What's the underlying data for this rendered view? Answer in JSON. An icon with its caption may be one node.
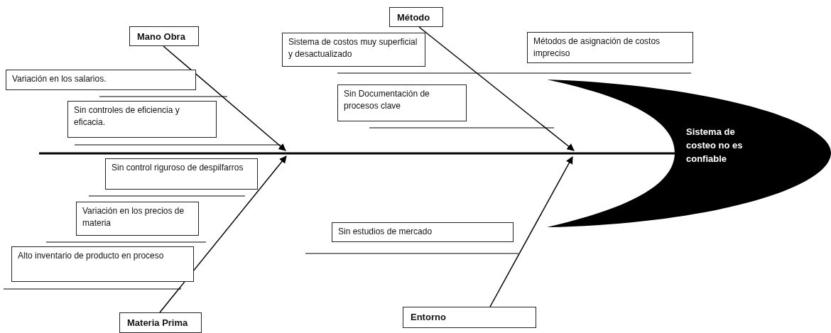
{
  "diagram": {
    "nodes": [
      {
        "text": [
          "Método"
        ]
      },
      {
        "text": [
          "Mano Obra"
        ]
      },
      {
        "text": [
          "Sistema de costos muy superficial y desactualizado"
        ]
      },
      {
        "text": [
          "Métodos de asignación de costos impreciso"
        ]
      },
      {
        "text": [
          "Variación en los salarios."
        ]
      },
      {
        "text": [
          "Sin Documentación de procesos clave"
        ]
      },
      {
        "text": [
          "Sin controles de eficiencia y eficacia."
        ]
      },
      {
        "text": [
          "Sistema de costeo no es confiable"
        ]
      },
      {
        "text": [
          "Sin control riguroso de despilfarros"
        ]
      },
      {
        "text": [
          "Variación en los precios de materia"
        ]
      },
      {
        "text": [
          "Sin  estudios de mercado"
        ]
      },
      {
        "text": [
          "Alto inventario de producto en proceso"
        ]
      },
      {
        "text": [
          "Materia Prima"
        ]
      },
      {
        "text": [
          "Entorno"
        ]
      }
    ],
    "edges": [
      {
        "from": 0,
        "to": null,
        "arrow": "to"
      },
      {
        "from": 1,
        "to": null,
        "arrow": "to"
      },
      {
        "from": 12,
        "to": null,
        "arrow": "to"
      },
      {
        "from": 13,
        "to": null,
        "arrow": "to"
      }
    ]
  }
}
